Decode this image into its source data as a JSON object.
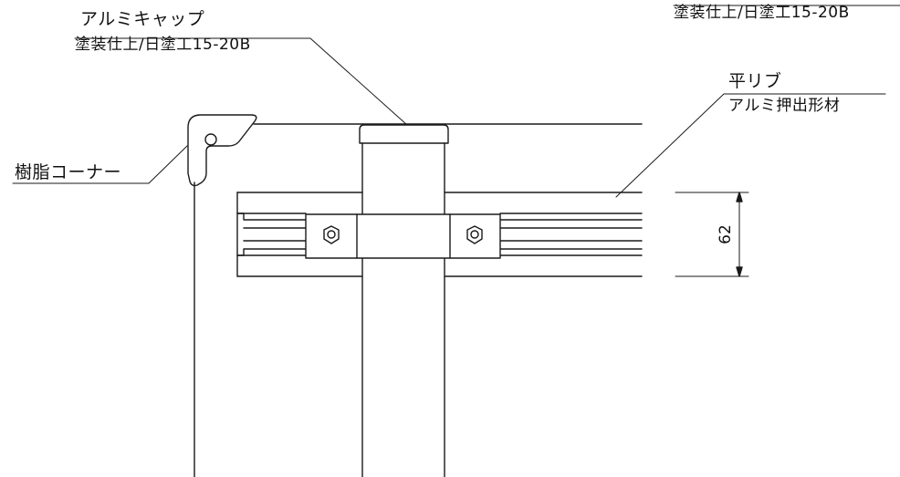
{
  "labels": {
    "cap_name": "アルミキャップ",
    "cap_finish": "塗装仕上/日塗工15-20B",
    "top_right_finish": "塗装仕上/日塗工15-20B",
    "rib_name": "平リブ",
    "rib_material": "アルミ押出形材",
    "corner_name": "樹脂コーナー"
  },
  "dimension": {
    "rib_height": "62"
  },
  "colors": {
    "line": "#1a1a1a",
    "background": "#ffffff"
  }
}
